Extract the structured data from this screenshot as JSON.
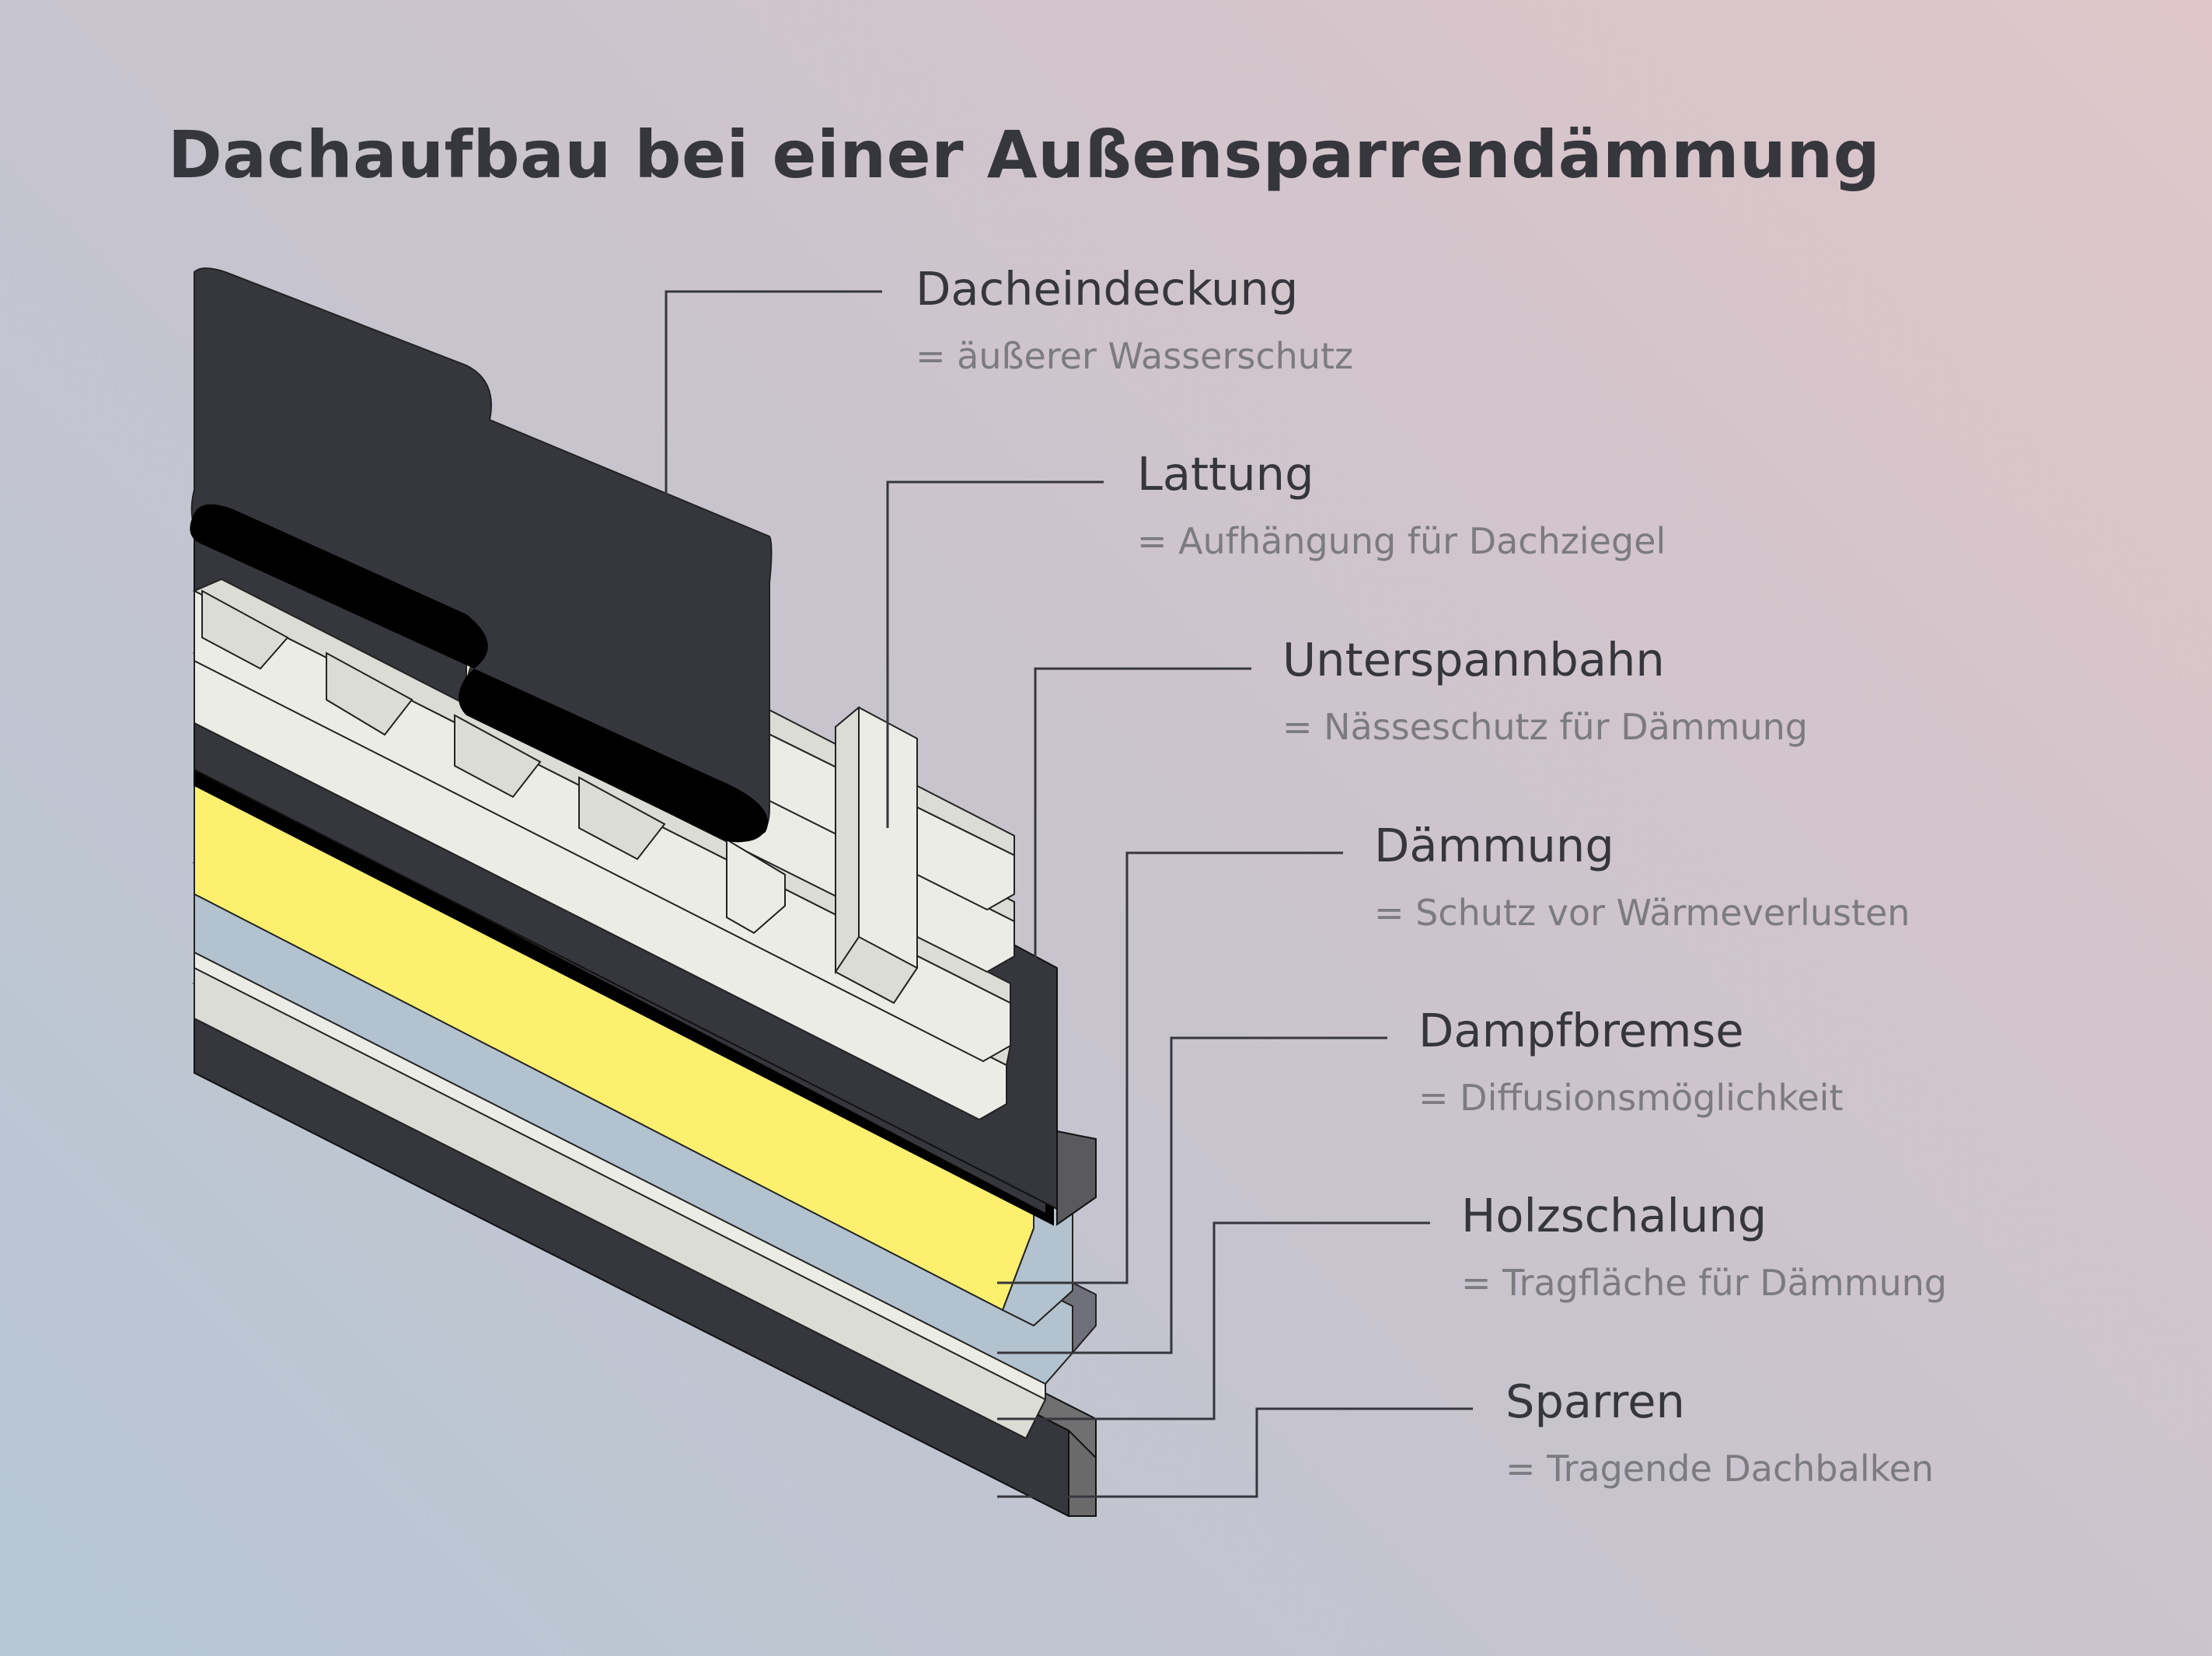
{
  "title": "Dachaufbau bei einer Außensparrendämmung",
  "colors": {
    "text": "#36363d",
    "subtext": "#7b7b80",
    "roof_tile": "#36363d",
    "roof_tile_edge": "#000000",
    "batten": "#eceee8",
    "membrane": "#36363d",
    "insulation": "#fdf06f",
    "vapor_barrier": "#b3c2cf",
    "boarding": "#dcdcd6",
    "rafter": "#36363d"
  },
  "labels": [
    {
      "name": "Dacheindeckung",
      "desc": "= äußerer Wasserschutz"
    },
    {
      "name": "Lattung",
      "desc": "= Aufhängung für Dachziegel"
    },
    {
      "name": "Unterspannbahn",
      "desc": "= Nässeschutz für Dämmung"
    },
    {
      "name": "Dämmung",
      "desc": "= Schutz vor Wärmeverlusten"
    },
    {
      "name": "Dampfbremse",
      "desc": "= Diffusionsmöglichkeit"
    },
    {
      "name": "Holzschalung",
      "desc": "= Tragfläche für Dämmung"
    },
    {
      "name": "Sparren",
      "desc": "= Tragende Dachbalken"
    }
  ]
}
